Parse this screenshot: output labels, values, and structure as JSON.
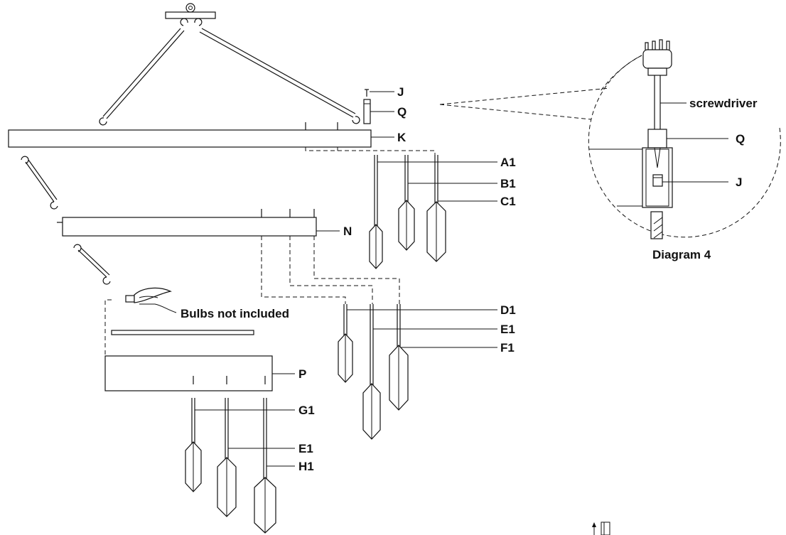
{
  "labels": {
    "J": "J",
    "Q": "Q",
    "K": "K",
    "A1": "A1",
    "B1": "B1",
    "C1": "C1",
    "N": "N",
    "D1": "D1",
    "E1": "E1",
    "F1": "F1",
    "P": "P",
    "G1": "G1",
    "E1b": "E1",
    "H1": "H1",
    "bulbs": "Bulbs not included",
    "screwdriver": "screwdriver",
    "Q_detail": "Q",
    "J_detail": "J",
    "diagram": "Diagram 4"
  }
}
